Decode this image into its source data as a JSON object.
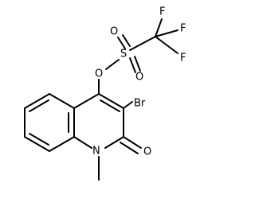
{
  "molecule": {
    "atoms": {
      "fluorine_top": "F",
      "fluorine_right_upper": "F",
      "fluorine_right_lower": "F",
      "sulfur": "S",
      "oxygen_sulfonyl_upper": "O",
      "oxygen_sulfonyl_lower": "O",
      "oxygen_ester": "O",
      "bromine": "Br",
      "oxygen_carbonyl": "O",
      "nitrogen": "N"
    }
  },
  "colors": {
    "bond": "#000000",
    "label": "#000000",
    "background": "#ffffff"
  }
}
